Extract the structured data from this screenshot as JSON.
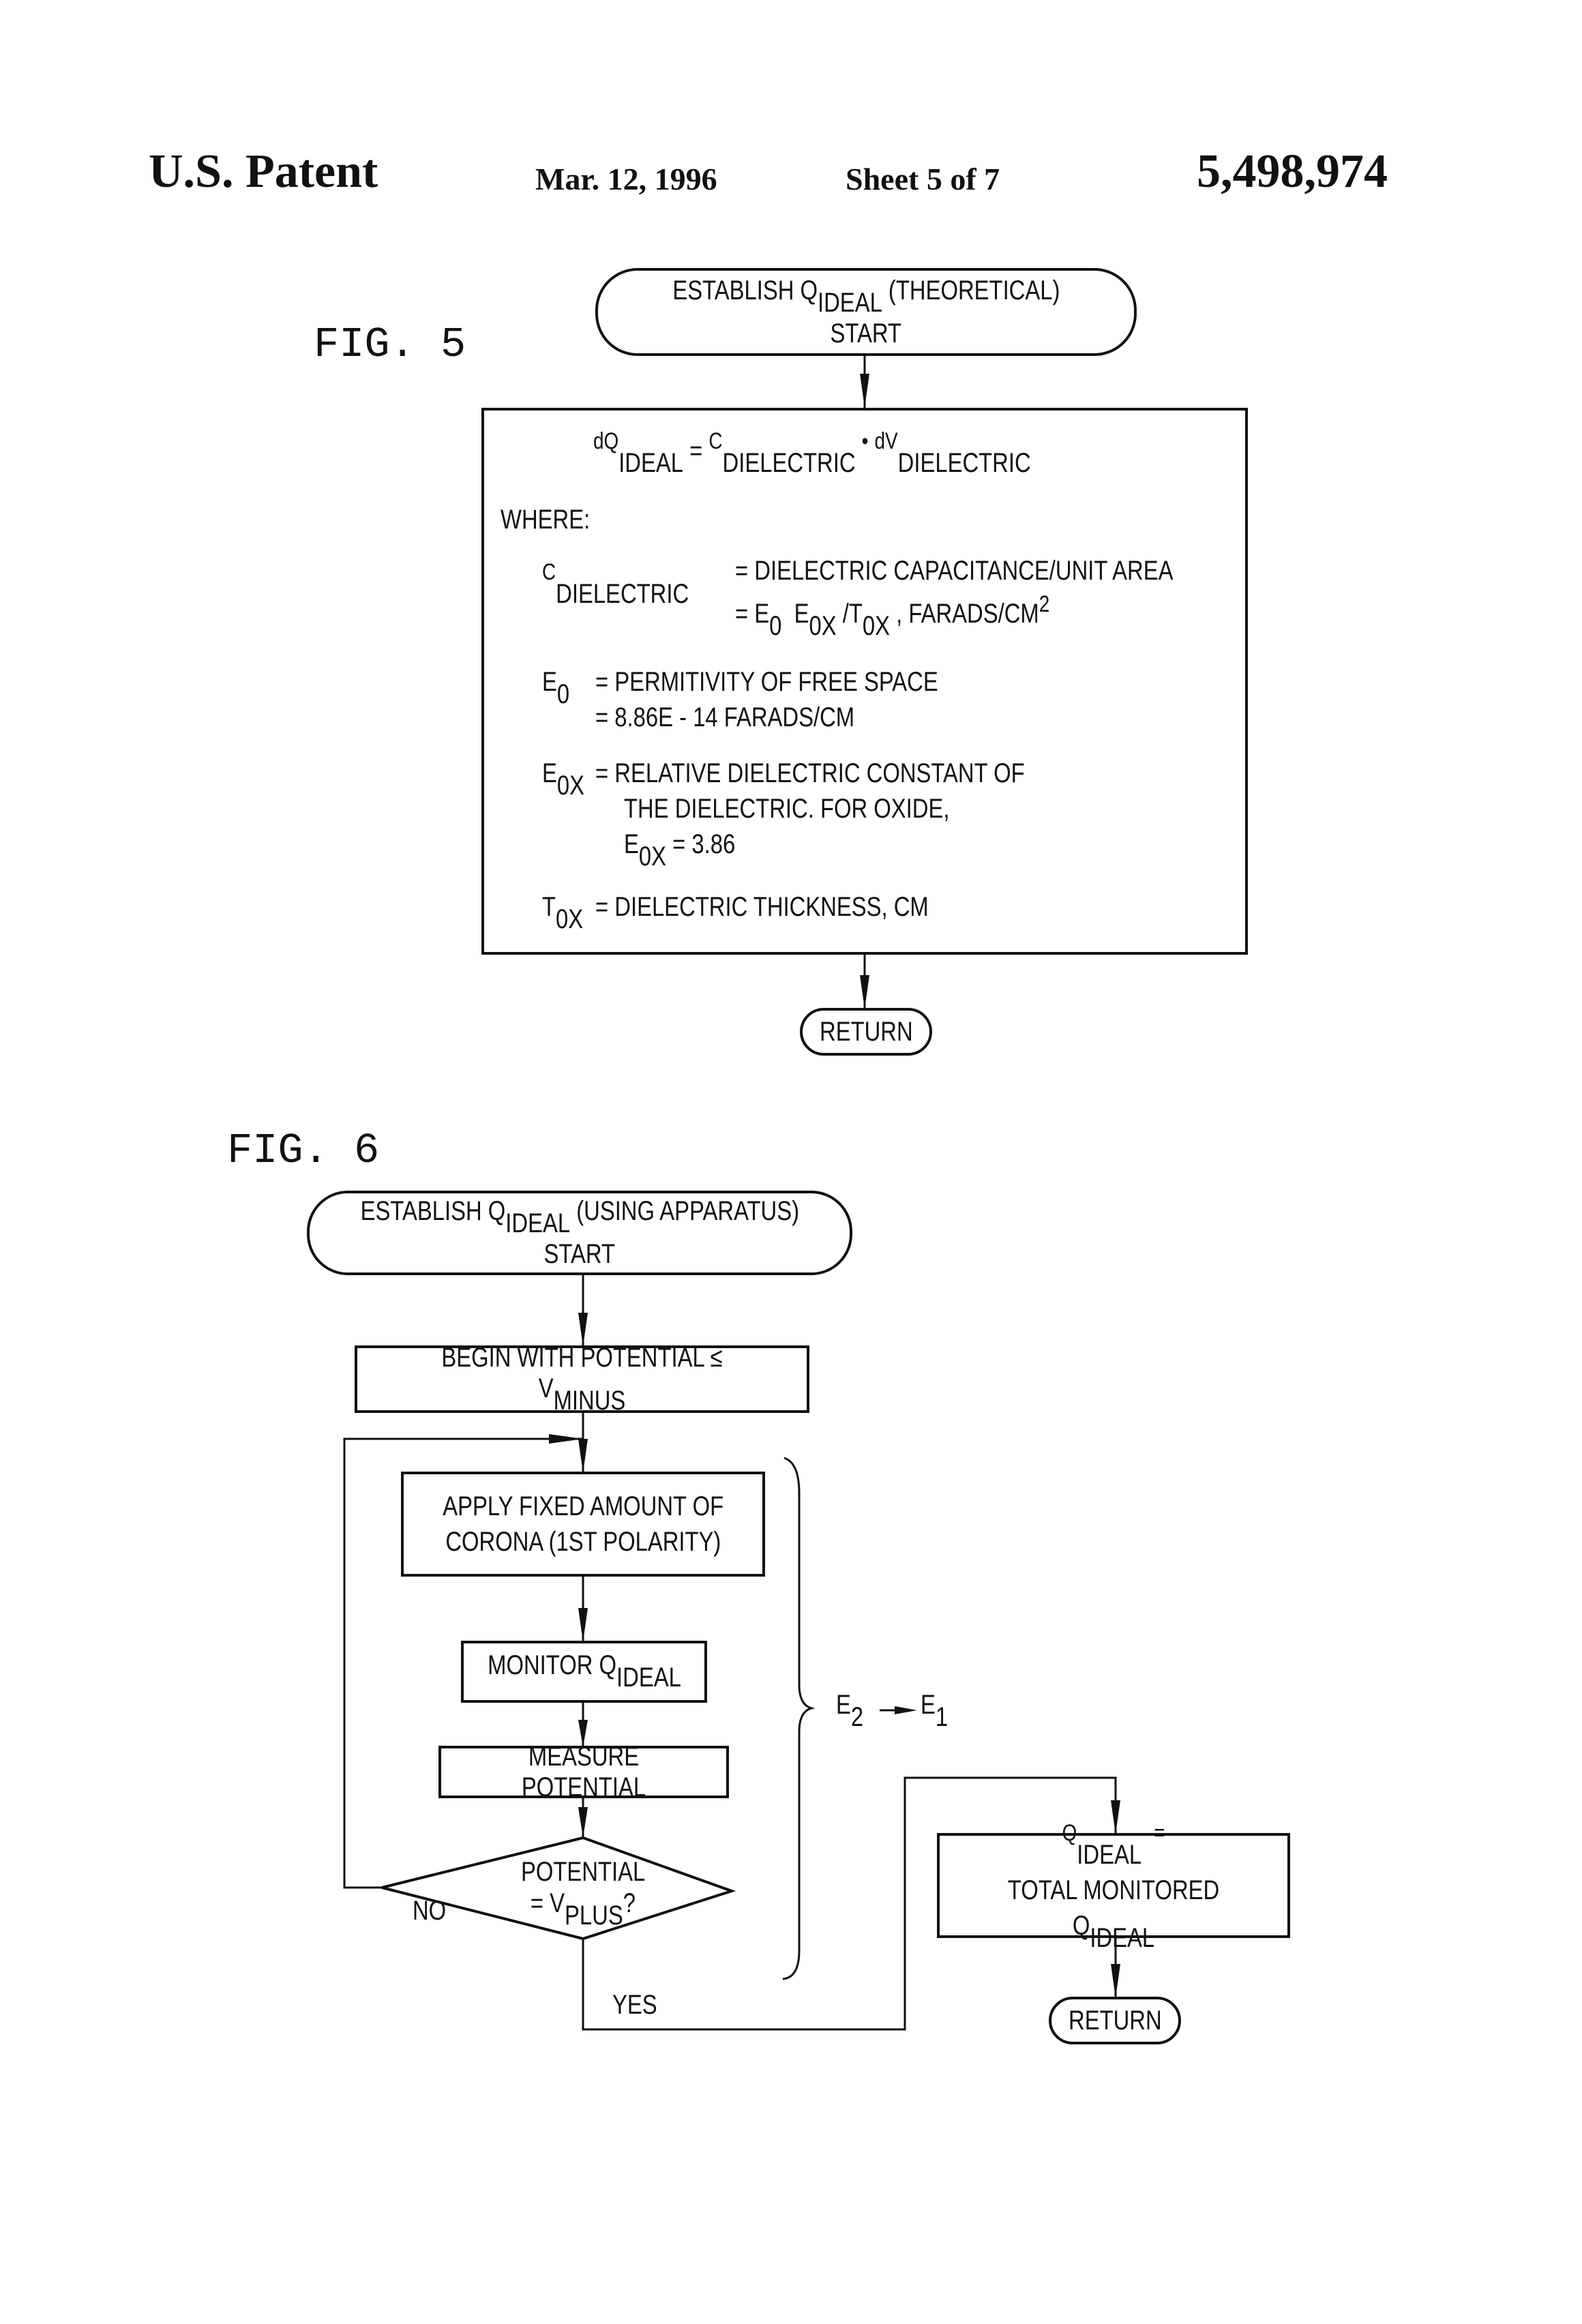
{
  "header": {
    "patent_label": "U.S. Patent",
    "date": "Mar. 12, 1996",
    "sheet": "Sheet 5 of 7",
    "patent_number": "5,498,974"
  },
  "fig5": {
    "label": "FIG. 5",
    "start": {
      "line1_pre": "ESTABLISH Q",
      "line1_sub": "IDEAL",
      "line1_post": "(THEORETICAL)",
      "line2": "START"
    },
    "box": {
      "equation": {
        "lhs_pre": "dQ",
        "lhs_sub": "IDEAL",
        "eq": "=",
        "c_pre": "C",
        "c_sub": "DIELECTRIC",
        "dot": "•",
        "v_pre": "dV",
        "v_sub": "DIELECTRIC"
      },
      "where": "WHERE:",
      "c_def": {
        "sym": "C",
        "sym_sub": "DIELECTRIC",
        "line1": "= DIELECTRIC CAPACITANCE/UNIT AREA",
        "line2_pre": "= E",
        "line2_sub1": "0",
        "line2_mid": "E",
        "line2_sub2": "0X",
        "line2_slash": "/T",
        "line2_sub3": "0X",
        "line2_post": ", FARADS/CM",
        "line2_sup": "2"
      },
      "e0_def": {
        "sym": "E",
        "sym_sub": "0",
        "line1": "= PERMITIVITY OF FREE SPACE",
        "line2": "= 8.86E - 14 FARADS/CM"
      },
      "eox_def": {
        "sym": "E",
        "sym_sub": "0X",
        "line1": "= RELATIVE DIELECTRIC CONSTANT OF",
        "line2": "THE DIELECTRIC.  FOR OXIDE,",
        "line3_sym": "E",
        "line3_sub": "0X",
        "line3_val": "= 3.86"
      },
      "tox_def": {
        "sym": "T",
        "sym_sub": "0X",
        "line1": "= DIELECTRIC THICKNESS, CM"
      }
    },
    "return": "RETURN"
  },
  "fig6": {
    "label": "FIG. 6",
    "start": {
      "line1_pre": "ESTABLISH Q",
      "line1_sub": "IDEAL",
      "line1_post": "(USING APPARATUS)",
      "line2": "START"
    },
    "begin": {
      "pre": "BEGIN WITH POTENTIAL",
      "op": "≤",
      "v": "V",
      "v_sub": "MINUS"
    },
    "apply": {
      "line1": "APPLY FIXED AMOUNT OF",
      "line2": "CORONA (1ST POLARITY)"
    },
    "monitor": {
      "pre": "MONITOR Q",
      "sub": "IDEAL"
    },
    "measure": "MEASURE POTENTIAL",
    "decision": {
      "line1": "POTENTIAL",
      "line2_pre": "= V",
      "line2_sub": "PLUS",
      "line2_post": "?"
    },
    "no_label": "NO",
    "yes_label": "YES",
    "brace_label": {
      "e2": "E",
      "e2_sub": "2",
      "e1": "E",
      "e1_sub": "1"
    },
    "result": {
      "line1_pre": "Q",
      "line1_sub": "IDEAL",
      "line1_post": "=",
      "line2_pre": "TOTAL MONITORED Q",
      "line2_sub": "IDEAL"
    },
    "return": "RETURN"
  }
}
